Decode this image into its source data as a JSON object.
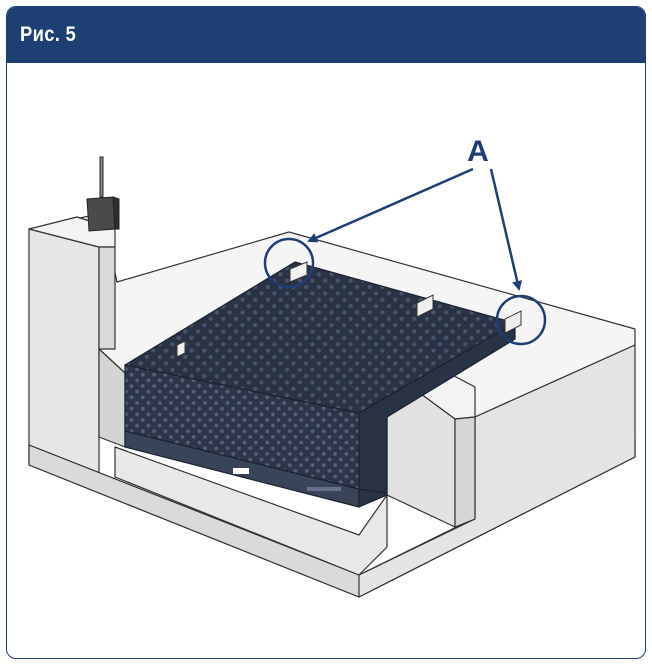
{
  "figure": {
    "title": "Рис. 5",
    "callout_label": "A",
    "colors": {
      "header_blue": "#1e3f73",
      "concrete_face": "#e9e9e9",
      "concrete_top": "#f4f4f4",
      "grate": "#2a3346"
    },
    "icons": [
      "callout-circle",
      "callout-arrow",
      "mesh-grate",
      "control-box"
    ]
  }
}
